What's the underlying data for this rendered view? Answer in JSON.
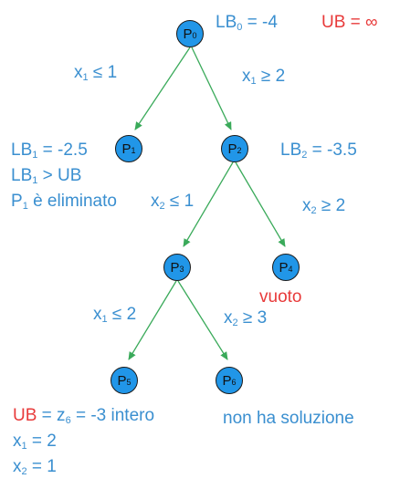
{
  "nodes": {
    "p0": {
      "base": "P",
      "sub": "0"
    },
    "p1": {
      "base": "P",
      "sub": "1"
    },
    "p2": {
      "base": "P",
      "sub": "2"
    },
    "p3": {
      "base": "P",
      "sub": "3"
    },
    "p4": {
      "base": "P",
      "sub": "4"
    },
    "p5": {
      "base": "P",
      "sub": "5"
    },
    "p6": {
      "base": "P",
      "sub": "6"
    }
  },
  "root": {
    "lb_base": "LB",
    "lb_sub": "0",
    "lb_rest": " = -4",
    "ub": "UB = ∞"
  },
  "edges": {
    "e01": {
      "base": "x",
      "sub": "1",
      "rest": " ≤ 1"
    },
    "e02": {
      "base": "x",
      "sub": "1",
      "rest": " ≥ 2"
    },
    "e23": {
      "base": "x",
      "sub": "2",
      "rest": " ≤ 1"
    },
    "e24": {
      "base": "x",
      "sub": "2",
      "rest": " ≥ 2"
    },
    "e35": {
      "base": "x",
      "sub": "1",
      "rest": " ≤ 2"
    },
    "e36": {
      "base": "x",
      "sub": "2",
      "rest": " ≥ 3"
    }
  },
  "p1_info": {
    "line1": {
      "base": "LB",
      "sub": "1",
      "rest": " = -2.5"
    },
    "line2": {
      "base": "LB",
      "sub": "1",
      "rest": " > UB"
    },
    "line3": {
      "base": "P",
      "sub": "1",
      "rest": " è eliminato"
    }
  },
  "p2_info": {
    "base": "LB",
    "sub": "2",
    "rest": " = -3.5"
  },
  "p4_info": "vuoto",
  "p5_info": {
    "ub_label": "UB",
    "ub_mid": " = z",
    "ub_sub": "6",
    "ub_rest": " = -3 intero",
    "x1": {
      "base": "x",
      "sub": "1",
      "rest": " = 2"
    },
    "x2": {
      "base": "x",
      "sub": "2",
      "rest": " = 1"
    }
  },
  "p6_info": "non ha soluzione",
  "colors": {
    "node_fill": "#2196e8",
    "text_blue": "#3a8fd0",
    "text_red": "#e83a3a",
    "edge_green": "#3aaa5a"
  }
}
